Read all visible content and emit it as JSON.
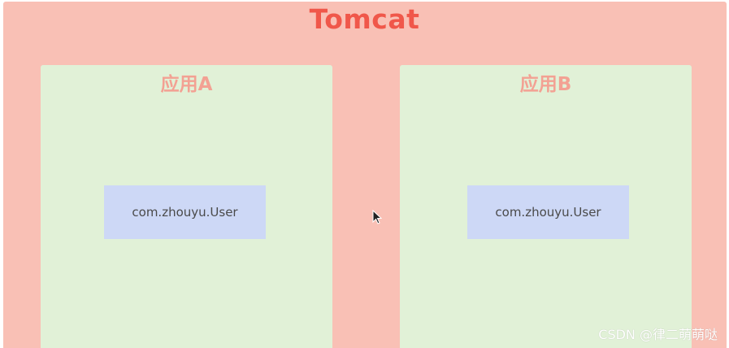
{
  "diagram": {
    "container_title": "Tomcat",
    "apps": [
      {
        "title": "应用A",
        "class_name": "com.zhouyu.User"
      },
      {
        "title": "应用B",
        "class_name": "com.zhouyu.User"
      }
    ]
  },
  "watermark": "CSDN @律二萌萌哒",
  "cursor_icon": "mouse-pointer-icon",
  "colors": {
    "container_bg": "#f9c0b5",
    "container_title": "#f0574a",
    "app_bg": "#e1f1d7",
    "app_title": "#f3a193",
    "class_box_bg": "#cdd8f6"
  }
}
